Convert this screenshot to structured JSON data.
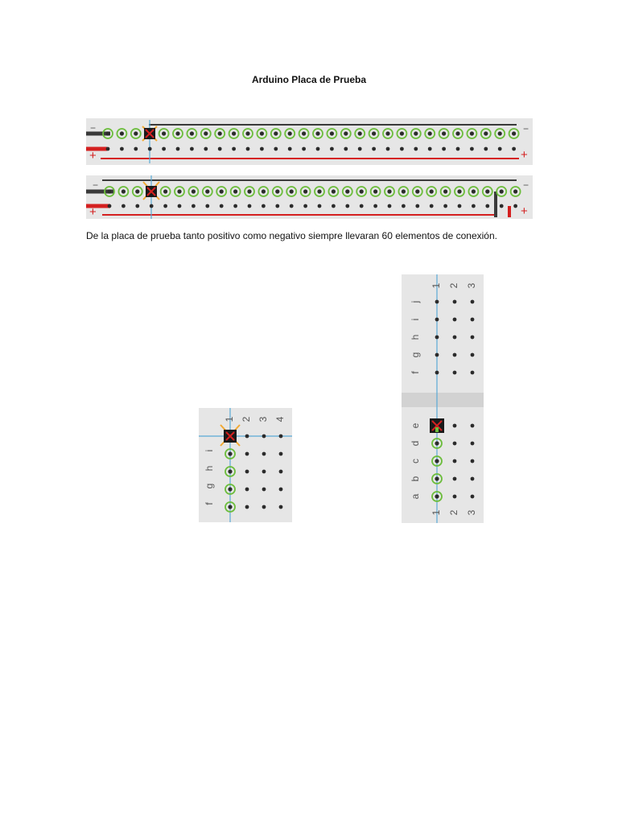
{
  "document": {
    "title": "Arduino Placa de Prueba",
    "description": "De la placa de prueba tanto positivo como negativo siempre llevaran 60 elementos de conexión."
  },
  "rail_top": {
    "minus_left": "−",
    "plus_left": "+",
    "minus_right": "−",
    "plus_right": "+"
  },
  "rail_bottom": {
    "minus_left": "−",
    "plus_left": "+",
    "minus_right": "−",
    "plus_right": "+"
  },
  "small_board": {
    "columns": [
      "1",
      "2",
      "3",
      "4"
    ],
    "rows": [
      "i",
      "h",
      "g",
      "f"
    ]
  },
  "tall_board": {
    "top_columns": [
      "1",
      "2",
      "3"
    ],
    "top_rows": [
      "j",
      "i",
      "h",
      "g",
      "f"
    ],
    "bottom_rows": [
      "e",
      "d",
      "c",
      "b",
      "a"
    ],
    "bottom_columns": [
      "1",
      "2",
      "3"
    ]
  },
  "colors": {
    "board": "#e6e6e6",
    "hole": "#2b2b2b",
    "connected_ring": "#6cbd3c",
    "guide_line": "#5aa9d6",
    "negative_wire": "#3a3a3a",
    "positive_wire": "#d42020",
    "marker": "#f2a933"
  }
}
